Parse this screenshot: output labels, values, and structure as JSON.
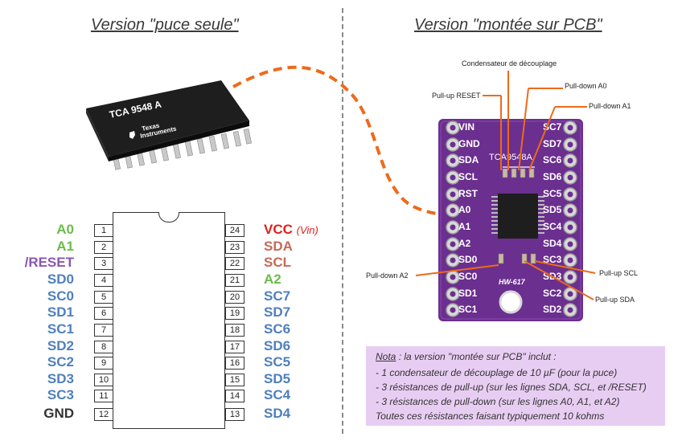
{
  "titles": {
    "left": "Version \"puce seule\"",
    "right": "Version \"montée sur PCB\""
  },
  "chip": {
    "name": "TCA 9548 A",
    "brand_line1": "Texas",
    "brand_line2": "Instruments"
  },
  "pinout": {
    "left": [
      {
        "label": "A0",
        "num": "1",
        "color": "#6cbb4c"
      },
      {
        "label": "A1",
        "num": "2",
        "color": "#6cbb4c"
      },
      {
        "label": "/RESET",
        "num": "3",
        "color": "#8a55b0"
      },
      {
        "label": "SD0",
        "num": "4",
        "color": "#4f7fbd"
      },
      {
        "label": "SC0",
        "num": "5",
        "color": "#4f7fbd"
      },
      {
        "label": "SD1",
        "num": "6",
        "color": "#4f7fbd"
      },
      {
        "label": "SC1",
        "num": "7",
        "color": "#4f7fbd"
      },
      {
        "label": "SD2",
        "num": "8",
        "color": "#4f7fbd"
      },
      {
        "label": "SC2",
        "num": "9",
        "color": "#4f7fbd"
      },
      {
        "label": "SD3",
        "num": "10",
        "color": "#4f7fbd"
      },
      {
        "label": "SC3",
        "num": "11",
        "color": "#4f7fbd"
      },
      {
        "label": "GND",
        "num": "12",
        "color": "#333333"
      }
    ],
    "right": [
      {
        "label": "VCC",
        "num": "24",
        "color": "#e0201c",
        "note": "(Vin)"
      },
      {
        "label": "SDA",
        "num": "23",
        "color": "#c56a55"
      },
      {
        "label": "SCL",
        "num": "22",
        "color": "#c56a55"
      },
      {
        "label": "A2",
        "num": "21",
        "color": "#6cbb4c"
      },
      {
        "label": "SC7",
        "num": "20",
        "color": "#4f7fbd"
      },
      {
        "label": "SD7",
        "num": "19",
        "color": "#4f7fbd"
      },
      {
        "label": "SC6",
        "num": "18",
        "color": "#4f7fbd"
      },
      {
        "label": "SD6",
        "num": "17",
        "color": "#4f7fbd"
      },
      {
        "label": "SC5",
        "num": "16",
        "color": "#4f7fbd"
      },
      {
        "label": "SD5",
        "num": "15",
        "color": "#4f7fbd"
      },
      {
        "label": "SC4",
        "num": "14",
        "color": "#4f7fbd"
      },
      {
        "label": "SD4",
        "num": "13",
        "color": "#4f7fbd"
      }
    ]
  },
  "pcb": {
    "chip_text": "TCA9548A",
    "model": "HW-617",
    "left_pins": [
      "VIN",
      "GND",
      "SDA",
      "SCL",
      "RST",
      "A0",
      "A1",
      "A2",
      "SD0",
      "SC0",
      "SD1",
      "SC1"
    ],
    "right_pins": [
      "SC7",
      "SD7",
      "SC6",
      "SD6",
      "SC5",
      "SD5",
      "SC4",
      "SD4",
      "SC3",
      "SD3",
      "SC2",
      "SD2"
    ]
  },
  "annotations": {
    "decoupling": "Condensateur de découplage",
    "pullup_reset": "Pull-up RESET",
    "pulldown_a0": "Pull-down A0",
    "pulldown_a1": "Pull-down A1",
    "pulldown_a2": "Pull-down A2",
    "pullup_scl": "Pull-up SCL",
    "pullup_sda": "Pull-up SDA"
  },
  "note": {
    "heading": "Nota",
    "intro": " : la version \"montée sur PCB\" inclut :",
    "lines": [
      "- 1 condensateur de découplage de 10 µF (pour la puce)",
      "- 3 résistances de pull-up (sur les lignes SDA, SCL, et /RESET)",
      "- 3 résistances de pull-down (sur les lignes A0, A1, et A2)",
      "Toutes ces résistances faisant typiquement 10 kohms"
    ]
  },
  "colors": {
    "orange_arrow": "#ee6a1a",
    "pcb_purple": "#6b2f8f",
    "note_bg": "#e8cdf3"
  }
}
